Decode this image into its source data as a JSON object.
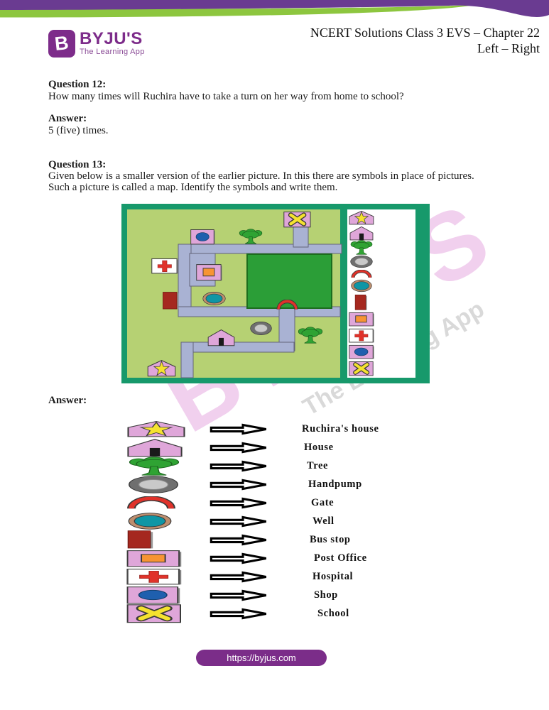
{
  "header": {
    "brand": "BYJU'S",
    "brand_glyph": "B",
    "tagline": "The Learning App",
    "title_line1": "NCERT Solutions Class 3 EVS – Chapter 22",
    "title_line2": "Left – Right"
  },
  "questions": {
    "q12_heading": "Question 12:",
    "q12_text": "How many times will Ruchira have to take a turn on her way from home to school?",
    "q12_answer_heading": "Answer:",
    "q12_answer_text": "5 (five) times.",
    "q13_heading": "Question 13:",
    "q13_text_line1": "Given below is a smaller version of the earlier picture. In this there are symbols in place of pictures.",
    "q13_text_line2": "Such a picture is called a map. Identify the symbols and write them.",
    "q13_answer_heading": "Answer:"
  },
  "map": {
    "panel_symbols": [
      "ruchiras-house",
      "house",
      "tree",
      "handpump",
      "gate",
      "well",
      "bus-stop",
      "post-office",
      "hospital",
      "shop",
      "school"
    ]
  },
  "legend": {
    "rows": [
      {
        "symbol": "ruchiras-house",
        "label": "Ruchira's house"
      },
      {
        "symbol": "house",
        "label": "House"
      },
      {
        "symbol": "tree",
        "label": "Tree"
      },
      {
        "symbol": "handpump",
        "label": "Handpump"
      },
      {
        "symbol": "gate",
        "label": "Gate"
      },
      {
        "symbol": "well",
        "label": "Well"
      },
      {
        "symbol": "bus-stop",
        "label": "Bus stop"
      },
      {
        "symbol": "post-office",
        "label": "Post Office"
      },
      {
        "symbol": "hospital",
        "label": "Hospital"
      },
      {
        "symbol": "shop",
        "label": "Shop"
      },
      {
        "symbol": "school",
        "label": "School"
      }
    ]
  },
  "watermark": {
    "brand": "BYJU'S",
    "tagline": "The Learning App"
  },
  "footer": {
    "url": "https://byjus.com"
  },
  "colors": {
    "header_purple": "#6a3b91",
    "brand_green": "#8dc63f",
    "brand_purple": "#7d2c8a",
    "map_frame_teal": "#17996b",
    "map_ground_green": "#b6d173",
    "map_field_green": "#2b9e37",
    "map_road_lavender": "#a9b2d3",
    "symbol_pink": "#dfa6d9",
    "symbol_blue": "#1f5fae",
    "symbol_orange": "#f79433",
    "symbol_red": "#e0322a",
    "symbol_dark_red": "#a5281f",
    "symbol_teal": "#0f96a5",
    "symbol_yellow": "#f5e22f",
    "footer_purple": "#7b2d89"
  }
}
